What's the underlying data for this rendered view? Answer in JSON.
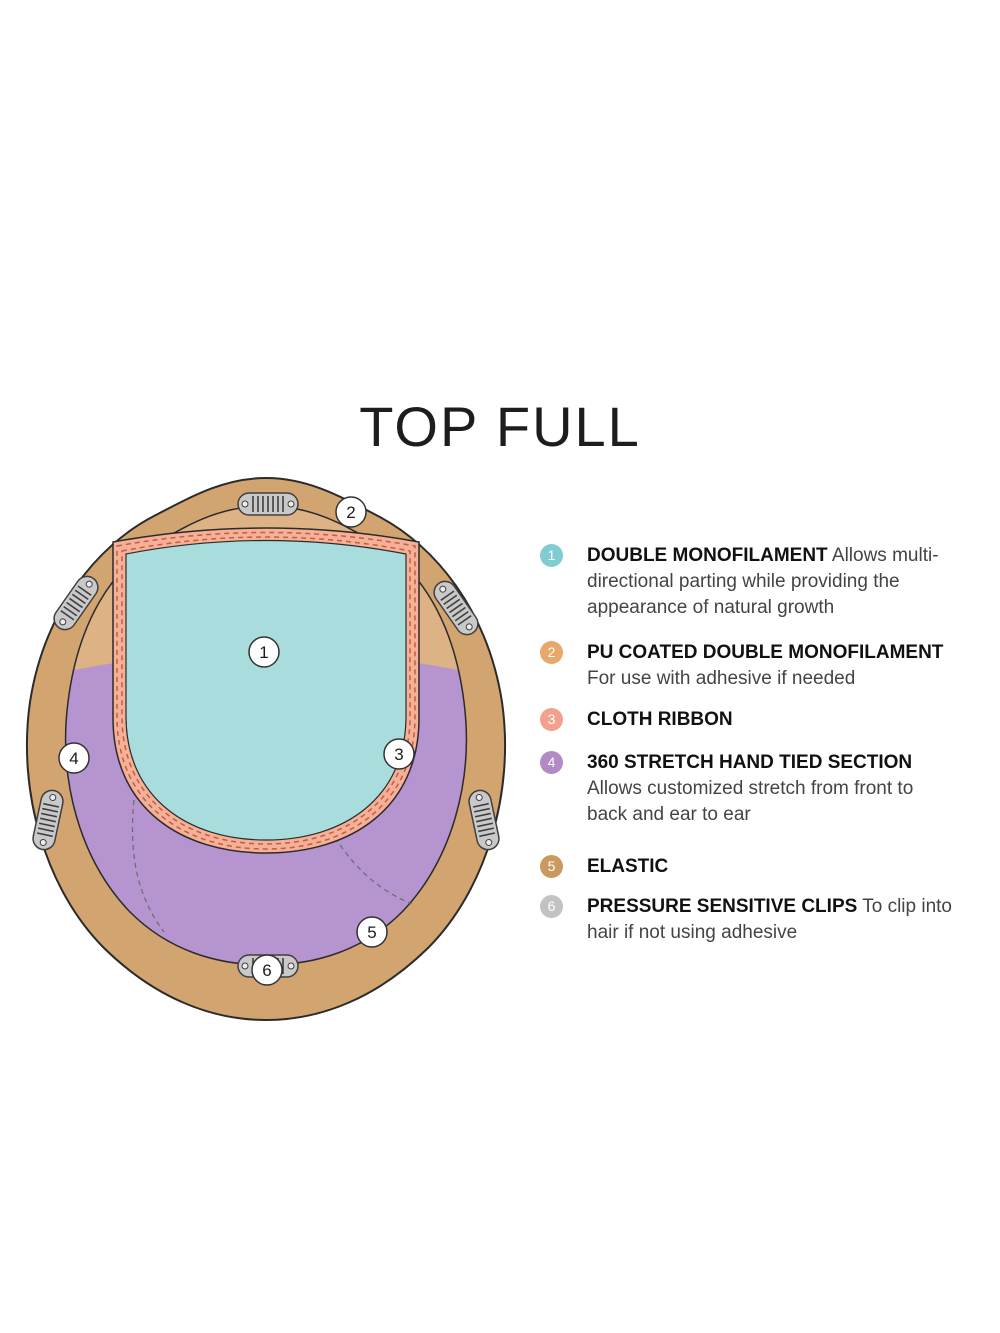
{
  "title": "TOP FULL",
  "diagram": {
    "marker_numbers": [
      "1",
      "2",
      "3",
      "4",
      "5",
      "6"
    ],
    "colors": {
      "band": "#d2a470",
      "crown": "#ddb284",
      "teal": "#a9dddd",
      "ribbon": "#f4b197",
      "purple": "#b694d0",
      "stitch": "#c75b44",
      "seam": "#6b6b6b",
      "outline": "#2b2b2b",
      "clip_fill": "#c9c9c9",
      "clip_stroke": "#3f3f3f",
      "marker_fill": "#ffffff"
    }
  },
  "legend": {
    "items": [
      {
        "num": "1",
        "color": "#7fccd2",
        "label": "DOUBLE MONOFILAMENT",
        "desc": "Allows multi-directional parting while providing the appearance of natural growth"
      },
      {
        "num": "2",
        "color": "#e9a76b",
        "label": "PU COATED DOUBLE MONOFILAMENT",
        "desc": "For use with adhesive if needed"
      },
      {
        "num": "3",
        "color": "#f2a18d",
        "label": "CLOTH RIBBON",
        "desc": ""
      },
      {
        "num": "4",
        "color": "#b28bc6",
        "label": "360 STRETCH HAND TIED SECTION",
        "desc": "Allows customized stretch from front to back and ear to ear"
      },
      {
        "num": "5",
        "color": "#c9995e",
        "label": "ELASTIC",
        "desc": ""
      },
      {
        "num": "6",
        "color": "#c2c2c2",
        "label": "PRESSURE SENSITIVE CLIPS",
        "desc": "To clip into hair if not using adhesive"
      }
    ]
  }
}
